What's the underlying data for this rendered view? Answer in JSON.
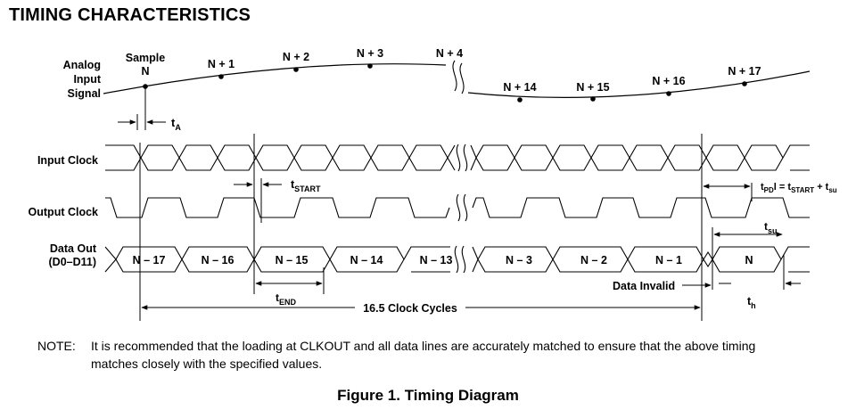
{
  "section_title": "TIMING CHARACTERISTICS",
  "signals": {
    "analog": [
      "Analog",
      "Input",
      "Signal"
    ],
    "input_clock": "Input Clock",
    "output_clock": "Output Clock",
    "data_out": [
      "Data Out",
      "(D0–D11)"
    ]
  },
  "samples": {
    "first": [
      "Sample",
      "N"
    ],
    "points": [
      "N + 1",
      "N + 2",
      "N + 3",
      "N + 4",
      "N + 14",
      "N + 15",
      "N + 16",
      "N + 17"
    ]
  },
  "data_words": [
    "N – 17",
    "N – 16",
    "N – 15",
    "N – 14",
    "N – 13",
    "N – 3",
    "N – 2",
    "N – 1",
    "N"
  ],
  "timing": {
    "ta": {
      "base": "t",
      "sub": "A"
    },
    "tstart": {
      "base": "t",
      "sub": "START"
    },
    "tend": {
      "base": "t",
      "sub": "END"
    },
    "tpd": {
      "p1": "t",
      "s1": "PD",
      "p2": "l = t",
      "s2": "START",
      "p3": " + t",
      "s3": "su"
    },
    "tsu": {
      "base": "t",
      "sub": "su"
    },
    "th": {
      "base": "t",
      "sub": "h"
    },
    "data_invalid": "Data Invalid",
    "clock_cycles": "16.5 Clock Cycles"
  },
  "note": {
    "label": "NOTE:",
    "line1": "It is recommended that the loading at CLKOUT and all data lines are accurately matched to ensure that the above timing",
    "line2": "matches closely with the specified values."
  },
  "caption": "Figure 1. Timing Diagram"
}
